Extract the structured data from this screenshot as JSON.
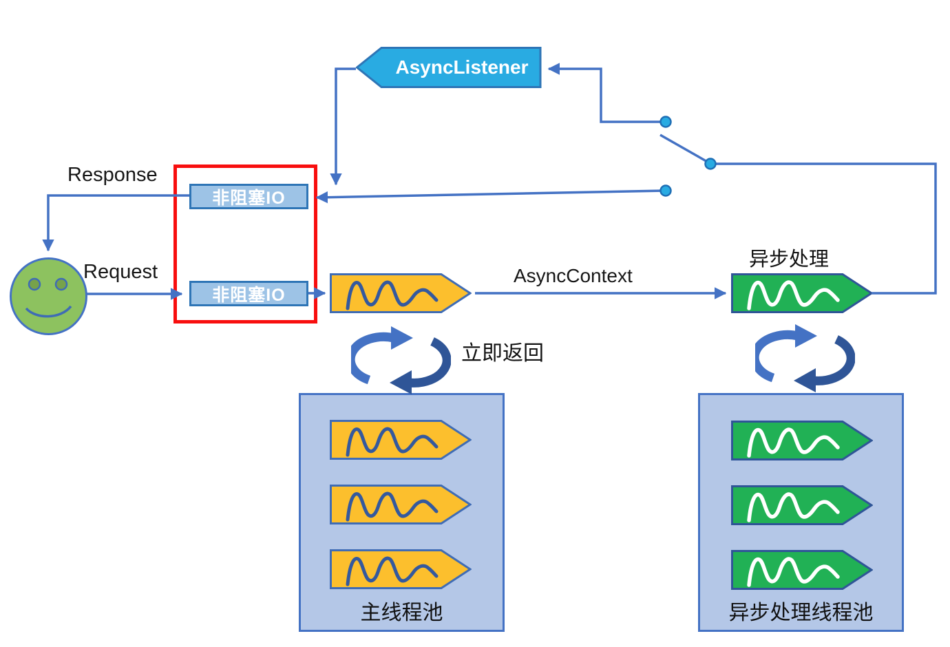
{
  "diagram_title": "servlet-async-processing-flow",
  "async_listener": {
    "label": "AsyncListener"
  },
  "labels": {
    "response": "Response",
    "request": "Request",
    "async_context": "AsyncContext",
    "async_processing": "异步处理",
    "immediate_return": "立即返回"
  },
  "io_boxes": {
    "top": "非阻塞IO",
    "bottom": "非阻塞IO"
  },
  "pools": {
    "main": {
      "label": "主线程池"
    },
    "async": {
      "label": "异步处理线程池"
    }
  },
  "icons": {
    "client": "smiley-face-icon",
    "thread": "thread-wave-arrow-icon",
    "loop": "cycle-arrows-icon",
    "switch": "open-switch-icon"
  },
  "colors": {
    "connector": "#4472C4",
    "listener_fill": "#29ABE2",
    "listener_border": "#2E75B6",
    "io_fill": "#9DC3E6",
    "io_border": "#2E75B6",
    "highlight_red": "#F80E0E",
    "pool_fill": "#B4C7E7",
    "thread_orange_fill": "#FCBF2D",
    "thread_orange_wave": "#34599E",
    "thread_green_fill": "#21B155",
    "thread_green_border": "#2F5597",
    "smiley_green": "#8DC25F",
    "loop_light": "#4472C4",
    "loop_dark": "#2F5597",
    "switch_dot": "#29ABE2"
  }
}
